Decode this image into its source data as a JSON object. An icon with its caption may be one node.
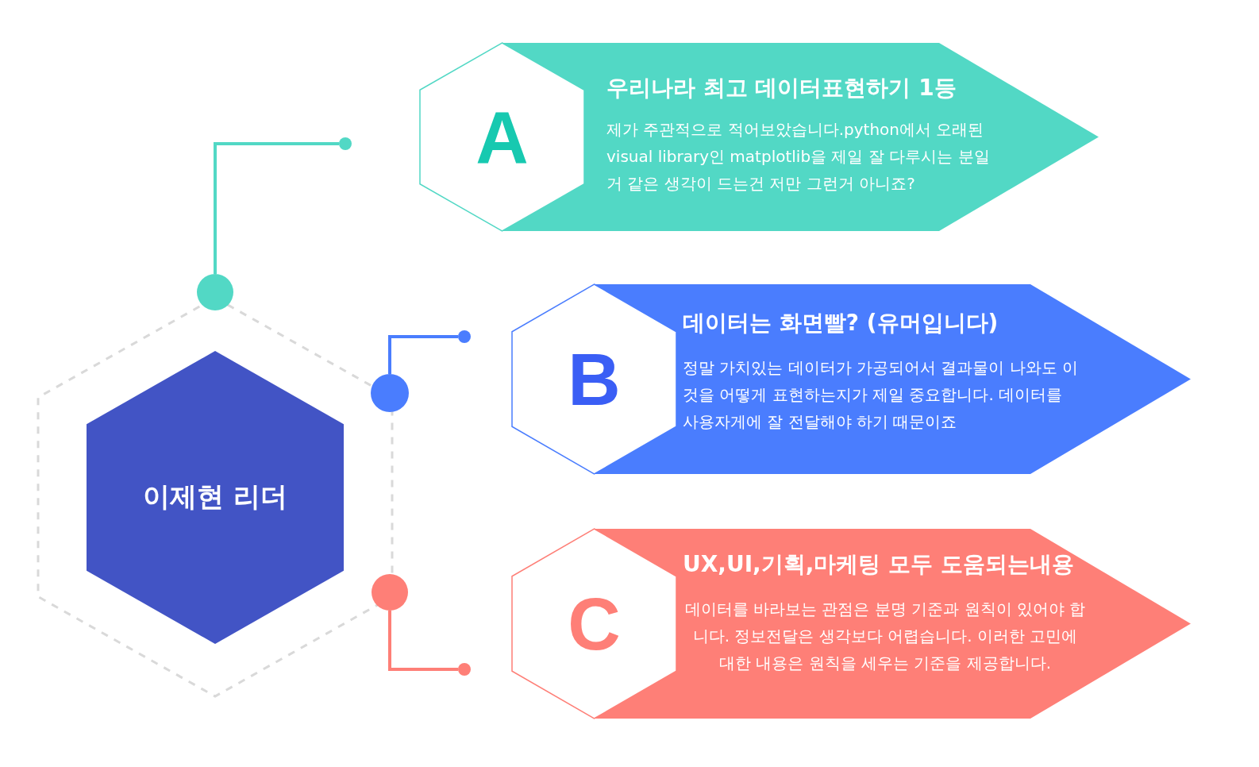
{
  "diagram": {
    "nodes": [
      {
        "text": [],
        "shape": "hexagon"
      },
      {
        "text": [
          "이제현 리더"
        ],
        "in": 0
      },
      {
        "text": [],
        "shape": "circle"
      },
      {
        "text": [],
        "shape": "circle"
      },
      {
        "text": [
          "A"
        ]
      },
      {
        "text": [
          "우리나라 최고 데이터표현하기 1등",
          "제가 주관적으로 적어보았습니다.python에서 오래된 visual library인 matplotlib을 제일 잘 다루시는 분일거 같은 생각이 드는건 저만 그런거 아니죠?"
        ]
      },
      {
        "text": [],
        "shape": "circle"
      },
      {
        "text": [],
        "shape": "circle"
      },
      {
        "text": [
          "B"
        ]
      },
      {
        "text": [
          "데이터는 화면빨? (유머입니다)",
          "정말 가치있는 데이터가 가공되어서 결과물이 나와도 이것을 어떻게 표현하는지가 제일 중요합니다. 데이터를 사용자게에 잘 전달해야 하기 때문이죠"
        ]
      },
      {
        "text": [],
        "shape": "circle"
      },
      {
        "text": [],
        "shape": "circle"
      },
      {
        "text": [
          "C"
        ]
      },
      {
        "text": [
          "UX,UI,기획,마케팅 모두 도움되는내용",
          "데이터를 바라보는 관점은 분명 기준과 원칙이 있어야 합니다. 정보전달은 생각보다 어렵습니다. 이러한 고민에 대한 내용은 원칙을 세우는 기준을 제공합니다."
        ]
      }
    ],
    "edges": [
      {
        "from": 2,
        "to": 3,
        "arrow": "none",
        "color": "#52d8c5"
      },
      {
        "from": 6,
        "to": 7,
        "arrow": "none",
        "color": "#4a7dfe"
      },
      {
        "from": 10,
        "to": 11,
        "arrow": "none",
        "color": "#fe7f77"
      }
    ]
  }
}
